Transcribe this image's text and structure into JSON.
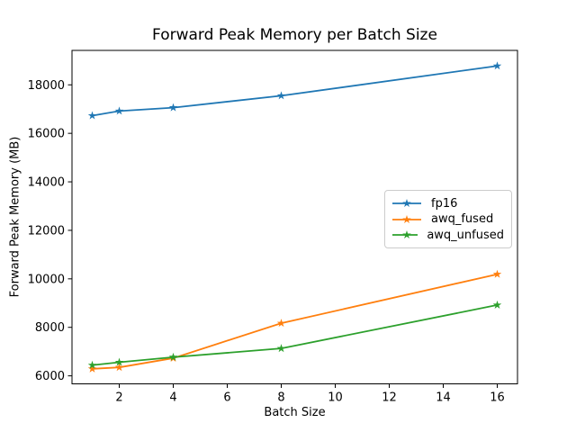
{
  "chart_data": {
    "type": "line",
    "title": "Forward Peak Memory per Batch Size",
    "xlabel": "Batch Size",
    "ylabel": "Forward Peak Memory (MB)",
    "x": [
      1,
      2,
      4,
      8,
      16
    ],
    "series": [
      {
        "name": "fp16",
        "color": "#1f77b4",
        "values": [
          16730,
          16920,
          17060,
          17550,
          18780
        ]
      },
      {
        "name": "awq_fused",
        "color": "#ff7f0e",
        "values": [
          6290,
          6350,
          6730,
          8170,
          10190
        ]
      },
      {
        "name": "awq_unfused",
        "color": "#2ca02c",
        "values": [
          6440,
          6560,
          6770,
          7130,
          8920
        ]
      }
    ],
    "marker": "star",
    "line_width": 1.8,
    "xlim": [
      0.25,
      16.75
    ],
    "ylim": [
      5670,
      19420
    ],
    "xticks": [
      2,
      4,
      6,
      8,
      10,
      12,
      14,
      16
    ],
    "yticks": [
      6000,
      8000,
      10000,
      12000,
      14000,
      16000,
      18000
    ],
    "grid": false,
    "legend_position": "center-right",
    "axis_color": "#000000",
    "background_color": "#ffffff"
  }
}
